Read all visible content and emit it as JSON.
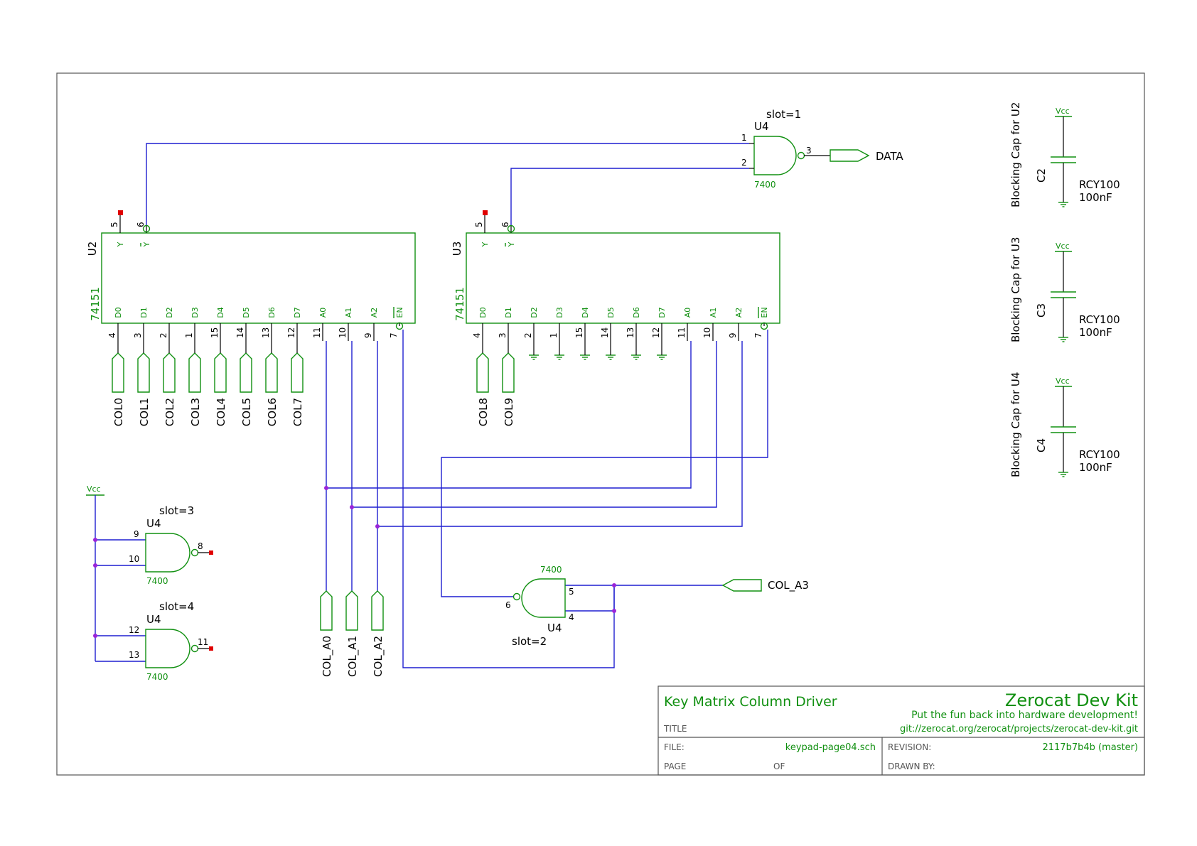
{
  "page_border_note": "",
  "title_block": {
    "title": "Key Matrix Column Driver",
    "title_caption": "TITLE",
    "company": "Zerocat Dev Kit",
    "tagline": "Put the fun back into hardware development!",
    "url": "git://zerocat.org/zerocat/projects/zerocat-dev-kit.git",
    "file_caption": "FILE:",
    "file_value": "keypad-page04.sch",
    "revision_caption": "REVISION:",
    "revision_value": "2117b7b4b (master)",
    "page_caption": "PAGE",
    "of_caption": "OF",
    "drawn_by_caption": "DRAWN BY:"
  },
  "mux": [
    {
      "ref": "U2",
      "value": "74151",
      "top_pins": [
        {
          "num": "5",
          "name": "Y"
        },
        {
          "num": "6",
          "name": "Y"
        }
      ],
      "bottom_pins": [
        {
          "num": "4",
          "name": "D0"
        },
        {
          "num": "3",
          "name": "D1"
        },
        {
          "num": "2",
          "name": "D2"
        },
        {
          "num": "1",
          "name": "D3"
        },
        {
          "num": "15",
          "name": "D4"
        },
        {
          "num": "14",
          "name": "D5"
        },
        {
          "num": "13",
          "name": "D6"
        },
        {
          "num": "12",
          "name": "D7"
        },
        {
          "num": "11",
          "name": "A0"
        },
        {
          "num": "10",
          "name": "A1"
        },
        {
          "num": "9",
          "name": "A2"
        },
        {
          "num": "7",
          "name": "EN"
        }
      ],
      "inputs": [
        "COL0",
        "COL1",
        "COL2",
        "COL3",
        "COL4",
        "COL5",
        "COL6",
        "COL7"
      ]
    },
    {
      "ref": "U3",
      "value": "74151",
      "top_pins": [
        {
          "num": "5",
          "name": "Y"
        },
        {
          "num": "6",
          "name": "Y"
        }
      ],
      "bottom_pins": [
        {
          "num": "4",
          "name": "D0"
        },
        {
          "num": "3",
          "name": "D1"
        },
        {
          "num": "2",
          "name": "D2"
        },
        {
          "num": "1",
          "name": "D3"
        },
        {
          "num": "15",
          "name": "D4"
        },
        {
          "num": "14",
          "name": "D5"
        },
        {
          "num": "13",
          "name": "D6"
        },
        {
          "num": "12",
          "name": "D7"
        },
        {
          "num": "11",
          "name": "A0"
        },
        {
          "num": "10",
          "name": "A1"
        },
        {
          "num": "9",
          "name": "A2"
        },
        {
          "num": "7",
          "name": "EN"
        }
      ],
      "inputs": [
        "COL8",
        "COL9"
      ]
    }
  ],
  "gates": [
    {
      "ref": "U4",
      "value": "7400",
      "slot": "slot=1",
      "pins": [
        "1",
        "2",
        "3"
      ]
    },
    {
      "ref": "U4",
      "value": "7400",
      "slot": "slot=2",
      "pins": [
        "6",
        "5",
        "4"
      ]
    },
    {
      "ref": "U4",
      "value": "7400",
      "slot": "slot=3",
      "pins": [
        "9",
        "10",
        "8"
      ]
    },
    {
      "ref": "U4",
      "value": "7400",
      "slot": "slot=4",
      "pins": [
        "12",
        "13",
        "11"
      ]
    }
  ],
  "nets": {
    "data": "DATA",
    "col_a3": "COL_A3",
    "addr": [
      "COL_A0",
      "COL_A1",
      "COL_A2"
    ],
    "vcc": "Vcc"
  },
  "caps": [
    {
      "ref": "C2",
      "note": "Blocking Cap for U2",
      "part": "RCY100",
      "value": "100nF"
    },
    {
      "ref": "C3",
      "note": "Blocking Cap for U3",
      "part": "RCY100",
      "value": "100nF"
    },
    {
      "ref": "C4",
      "note": "Blocking Cap for U4",
      "part": "RCY100",
      "value": "100nF"
    }
  ]
}
